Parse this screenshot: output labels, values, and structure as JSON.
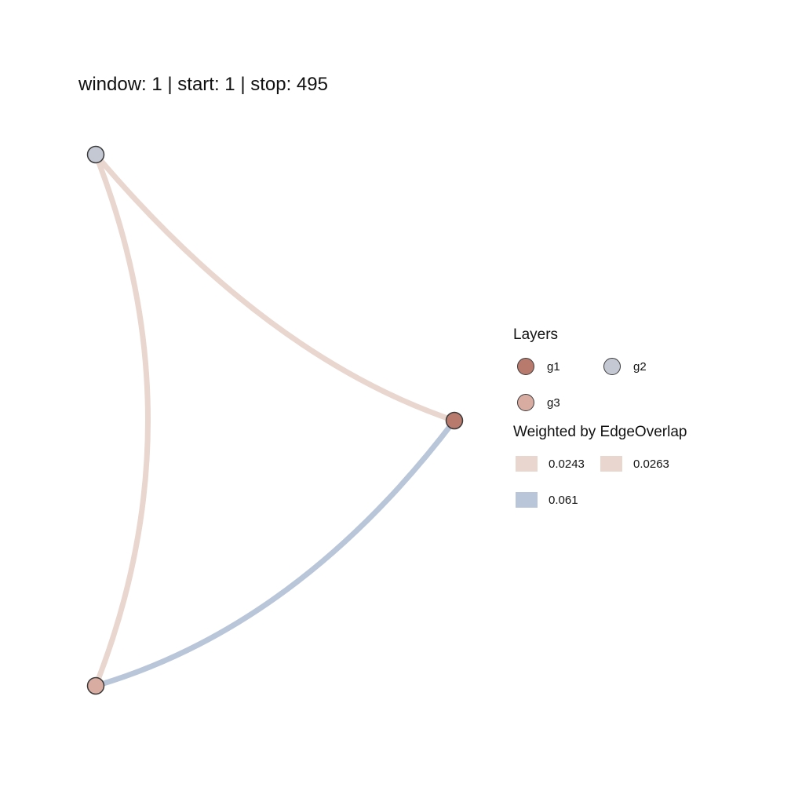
{
  "title": "window: 1 | start: 1 | stop: 495",
  "colors": {
    "g1": "#b97a6e",
    "g2": "#c3c8d3",
    "g3": "#d9aca2",
    "edge_pink": "#e9d6ce",
    "edge_blue": "#b9c6da",
    "node_outline": "#3a3a3a"
  },
  "nodes": [
    {
      "id": "top-left",
      "layer": "g2"
    },
    {
      "id": "right",
      "layer": "g1"
    },
    {
      "id": "bottom-left",
      "layer": "g3"
    }
  ],
  "edges": [
    {
      "from": "top-left",
      "to": "right",
      "weight": "0.0263",
      "color": "edge_pink"
    },
    {
      "from": "top-left",
      "to": "bottom-left",
      "weight": "0.0243",
      "color": "edge_pink"
    },
    {
      "from": "right",
      "to": "bottom-left",
      "weight": "0.061",
      "color": "edge_blue"
    }
  ],
  "legend": {
    "layers_title": "Layers",
    "layers": [
      {
        "label": "g1",
        "color": "#b97a6e"
      },
      {
        "label": "g2",
        "color": "#c3c8d3"
      },
      {
        "label": "g3",
        "color": "#d9aca2"
      }
    ],
    "edges_title": "Weighted by EdgeOverlap",
    "edges": [
      {
        "label": "0.0243",
        "color": "#e9d6ce"
      },
      {
        "label": "0.0263",
        "color": "#e9d6ce"
      },
      {
        "label": "0.061",
        "color": "#b9c6da"
      }
    ]
  }
}
